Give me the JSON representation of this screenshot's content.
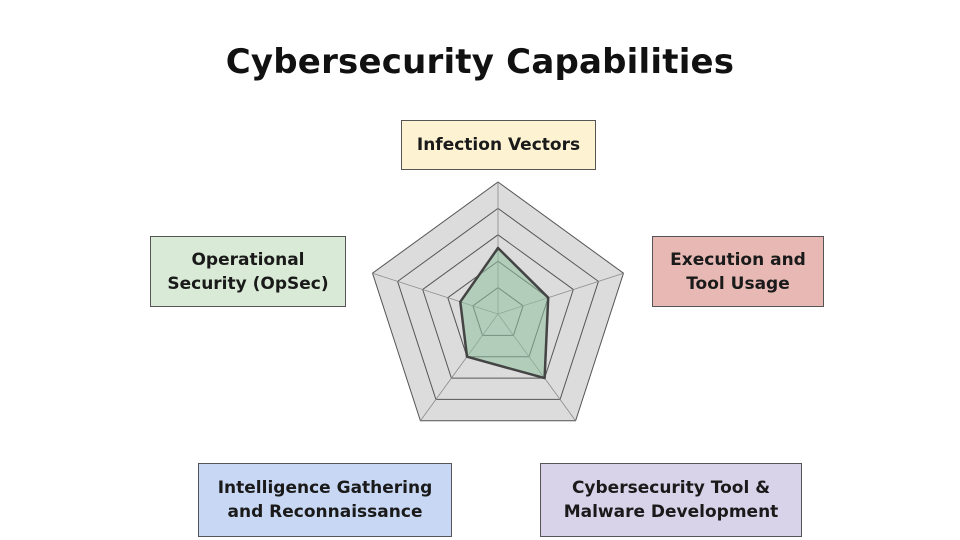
{
  "chart_data": {
    "type": "radar",
    "title": "Cybersecurity Capabilities",
    "axes": [
      "Infection Vectors",
      "Execution and\nTool Usage",
      "Cybersecurity Tool &\nMalware Development",
      "Intelligence Gathering\nand Reconnaissance",
      "Operational\nSecurity (OpSec)"
    ],
    "levels": 5,
    "range": [
      0,
      5
    ],
    "series": [
      {
        "values": [
          2.5,
          2.0,
          3.0,
          2.0,
          1.5
        ]
      }
    ],
    "axis_colors": [
      "#fdf3d3",
      "#e8b9b4",
      "#d9d3ea",
      "#c8d8f4",
      "#d9ebd6"
    ],
    "grid_fill": "#dcdcdc",
    "series_fill": "#8fc2a0",
    "series_stroke": "#444444"
  }
}
